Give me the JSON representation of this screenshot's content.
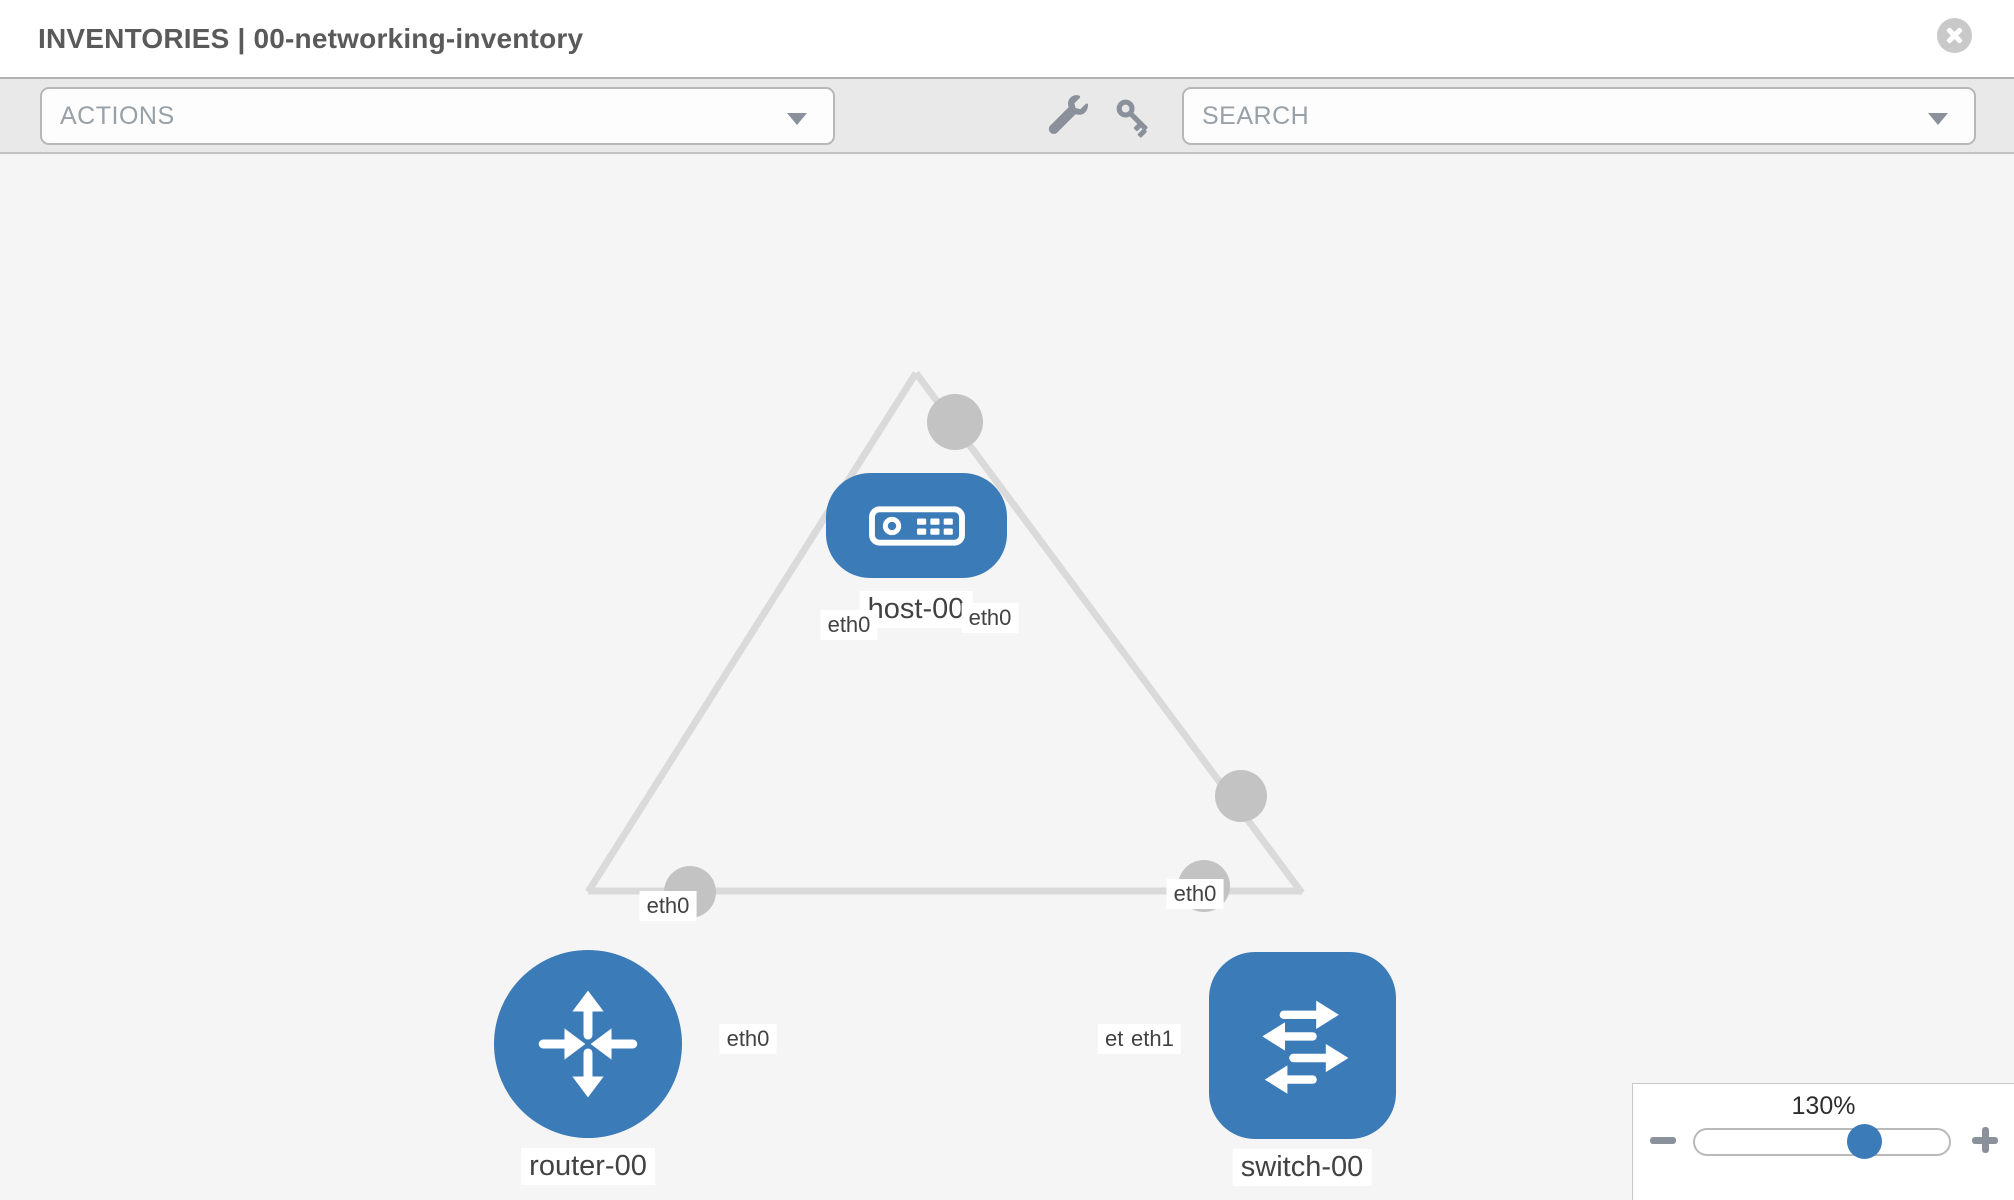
{
  "header": {
    "title": "INVENTORIES | 00-networking-inventory"
  },
  "toolbar": {
    "actions_placeholder": "ACTIONS",
    "search_placeholder": "SEARCH",
    "icons": [
      "wrench-icon",
      "key-icon"
    ]
  },
  "topology": {
    "nodes": [
      {
        "id": "host-00",
        "type": "host",
        "label": "host-00",
        "shape": "rounded-rect"
      },
      {
        "id": "router-00",
        "type": "router",
        "label": "router-00",
        "shape": "circle"
      },
      {
        "id": "switch-00",
        "type": "switch",
        "label": "switch-00",
        "shape": "rounded-square"
      }
    ],
    "links": [
      {
        "source": "host-00",
        "target": "router-00",
        "source_interface": "eth0",
        "target_interface": "eth0"
      },
      {
        "source": "host-00",
        "target": "switch-00",
        "source_interface": "eth0",
        "target_interface": "eth0"
      },
      {
        "source": "router-00",
        "target": "switch-00",
        "source_interface": "eth0",
        "target_interface": "eth1"
      }
    ],
    "overlap_back_label": "eth0"
  },
  "zoom_control": {
    "value": "130%",
    "percent": 130,
    "slider_position": 0.66
  },
  "colors": {
    "node_blue": "#3b7bb8",
    "link_gray": "#dadada",
    "connector_gray": "#c3c3c3",
    "canvas_bg": "#f5f5f5",
    "toolbar_bg": "#e9e9e9",
    "icon_gray": "#8a919b"
  }
}
